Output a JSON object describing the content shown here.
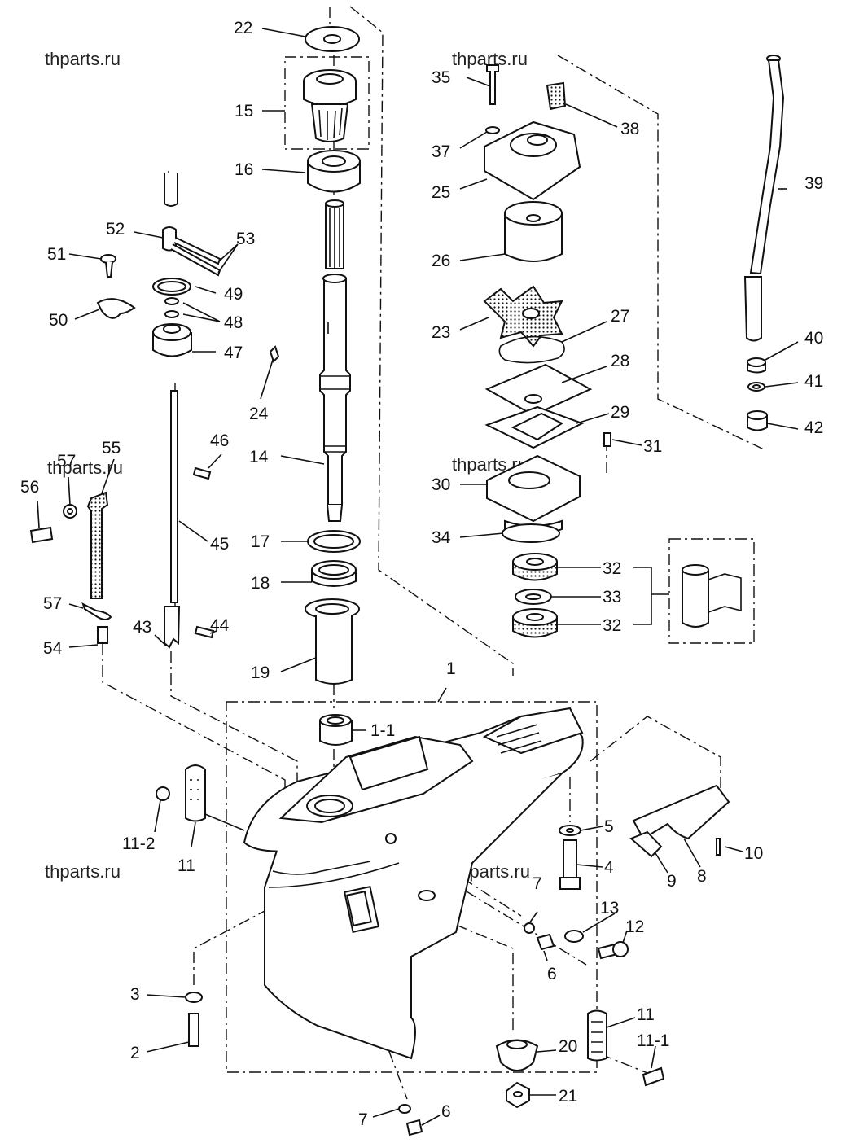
{
  "watermarks": [
    "thparts.ru",
    "thparts.ru",
    "thparts.ru",
    "thparts.ru",
    "thparts.ru",
    "thparts.ru"
  ],
  "callouts": {
    "c1": "1",
    "c1_1": "1-1",
    "c2": "2",
    "c3": "3",
    "c4": "4",
    "c5": "5",
    "c6a": "6",
    "c6b": "6",
    "c7a": "7",
    "c7b": "7",
    "c8": "8",
    "c9": "9",
    "c10": "10",
    "c11a": "11",
    "c11b": "11",
    "c11_1": "11-1",
    "c11_2": "11-2",
    "c12": "12",
    "c13": "13",
    "c14": "14",
    "c15": "15",
    "c16": "16",
    "c17": "17",
    "c18": "18",
    "c19": "19",
    "c20": "20",
    "c21": "21",
    "c22": "22",
    "c23": "23",
    "c24": "24",
    "c25": "25",
    "c26": "26",
    "c27": "27",
    "c28": "28",
    "c29": "29",
    "c30": "30",
    "c31": "31",
    "c32a": "32",
    "c32b": "32",
    "c33": "33",
    "c34": "34",
    "c35": "35",
    "c37": "37",
    "c38": "38",
    "c39": "39",
    "c40": "40",
    "c41": "41",
    "c42": "42",
    "c43": "43",
    "c44": "44",
    "c45": "45",
    "c46": "46",
    "c47": "47",
    "c48": "48",
    "c49": "49",
    "c50": "50",
    "c51": "51",
    "c52": "52",
    "c53": "53",
    "c54": "54",
    "c55": "55",
    "c56": "56",
    "c57a": "57",
    "c57b": "57"
  }
}
